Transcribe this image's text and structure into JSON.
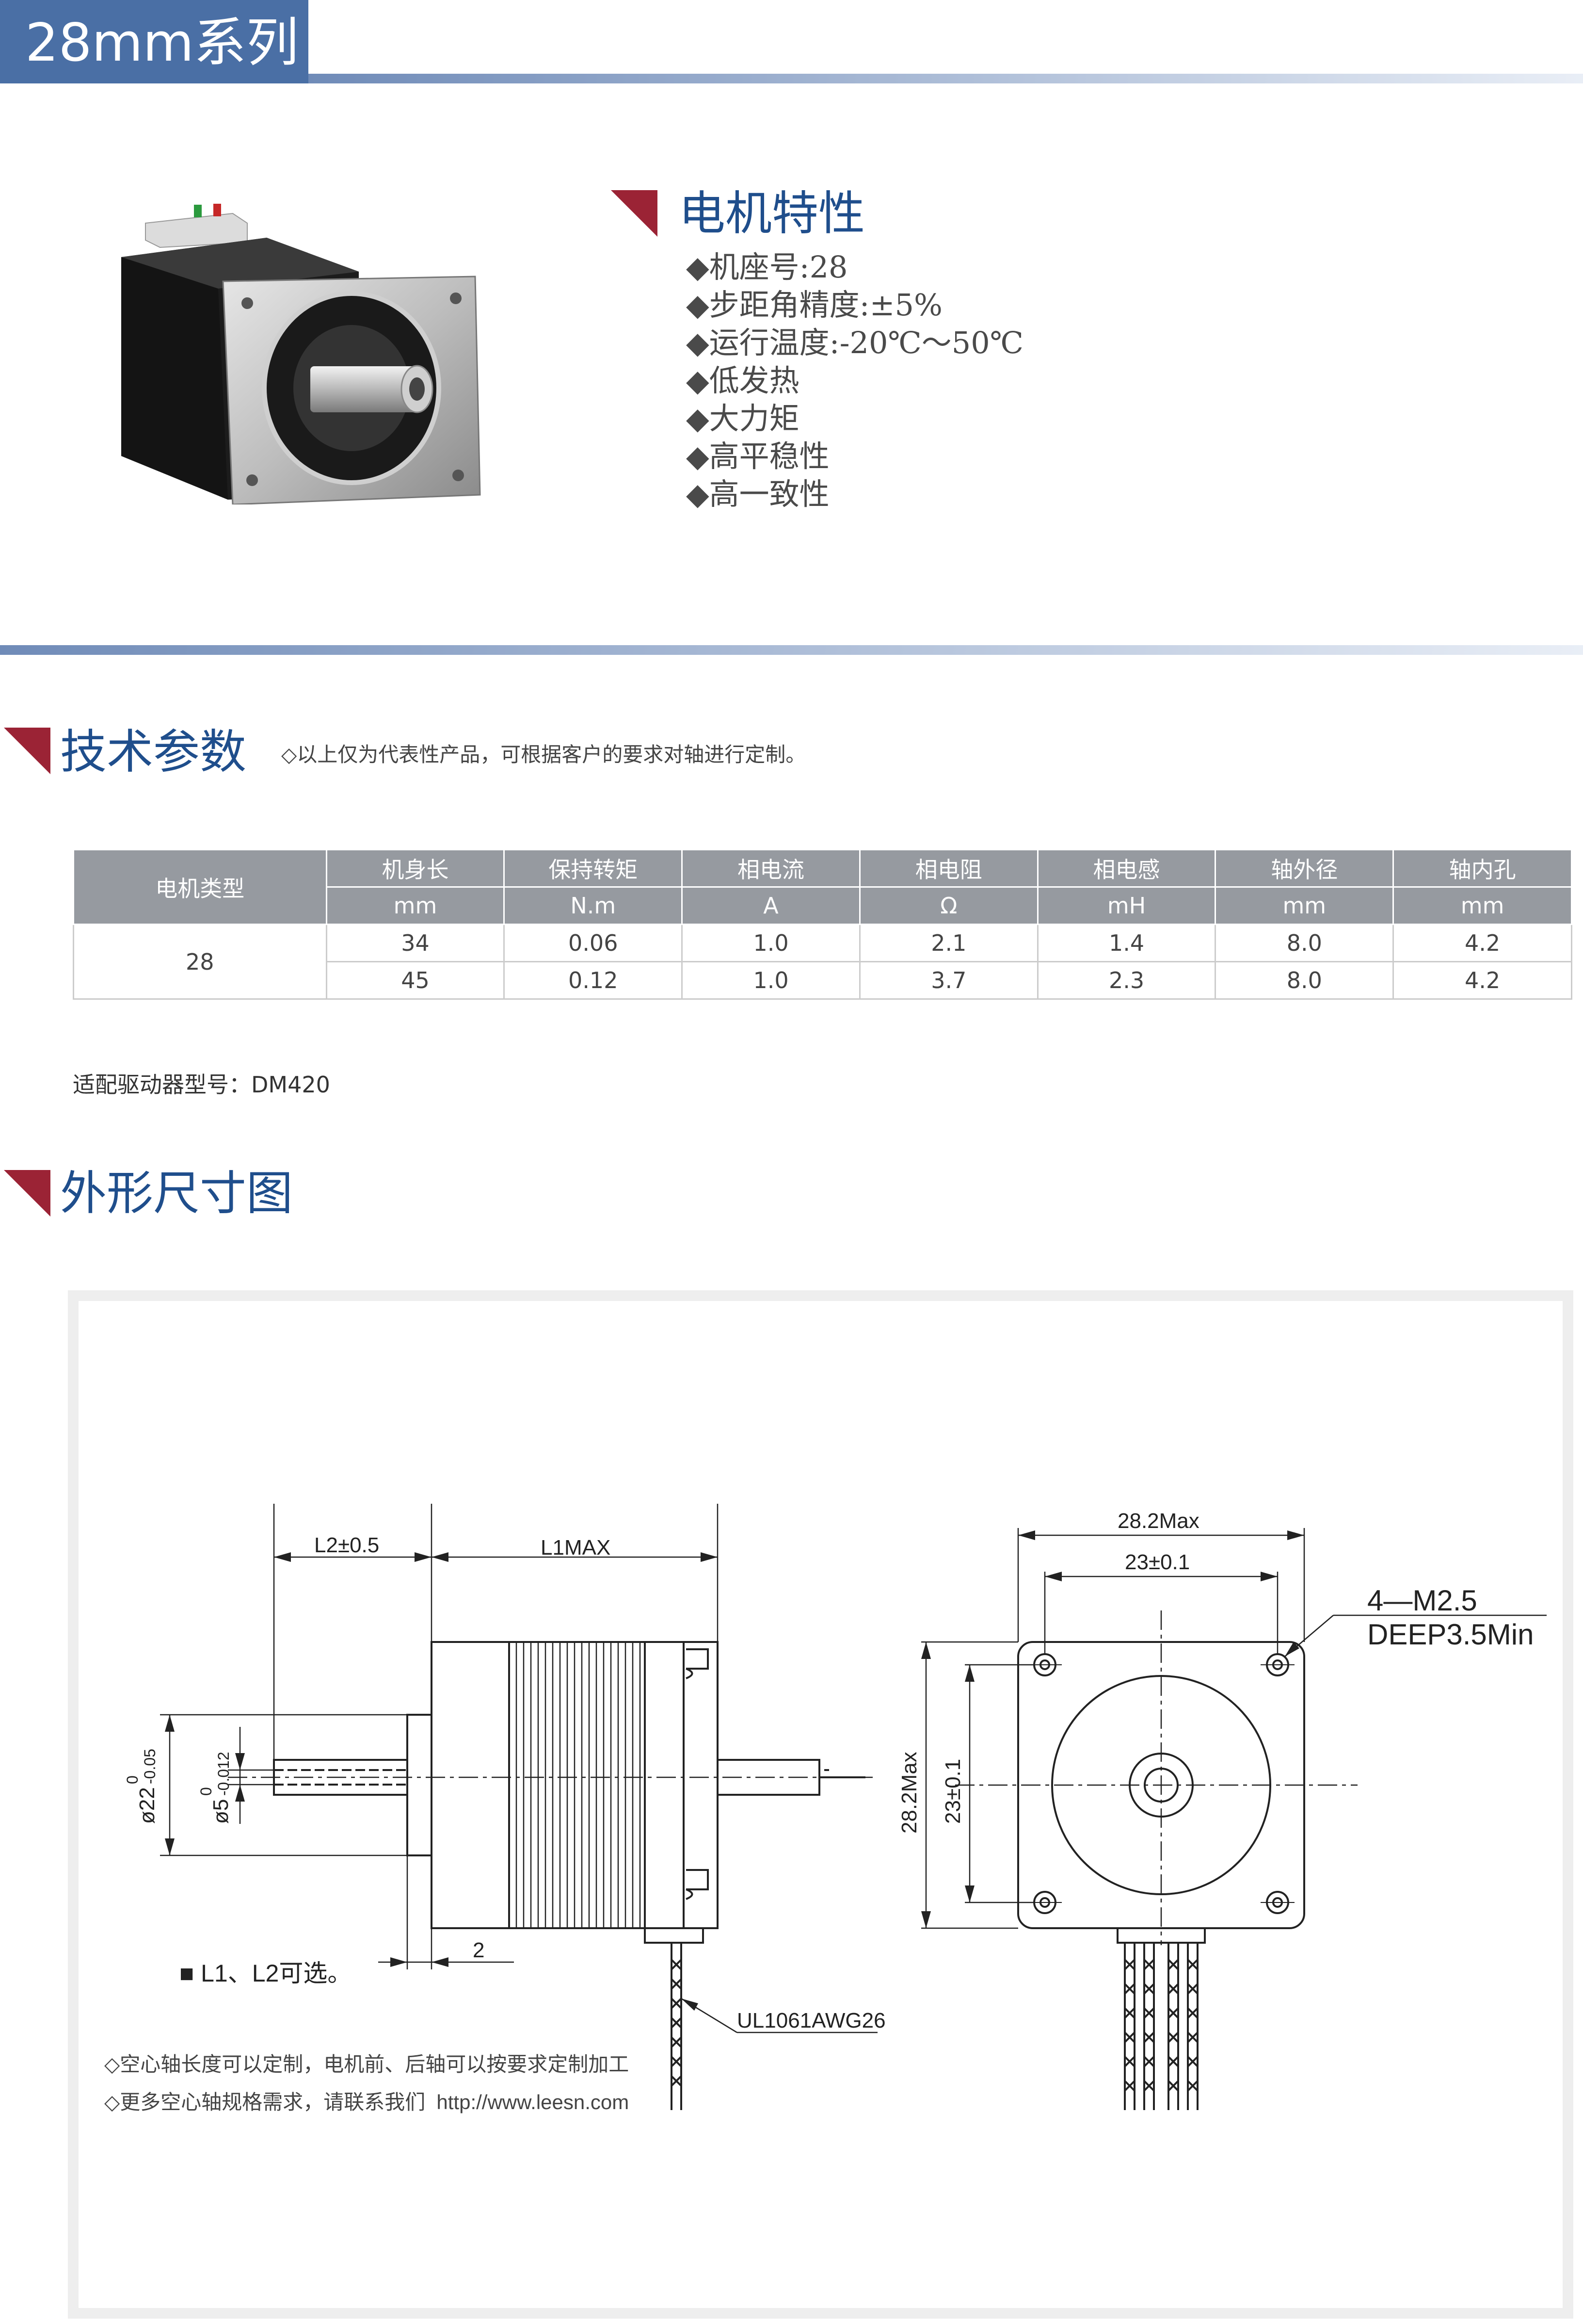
{
  "header": {
    "title": "28mm系列"
  },
  "features": {
    "title": "电机特性",
    "items": [
      "◆机座号:28",
      "◆步距角精度:±5%",
      "◆运行温度:-20℃～50℃",
      "◆低发热",
      "◆大力矩",
      "◆高平稳性",
      "◆高一致性"
    ]
  },
  "specs": {
    "title": "技术参数",
    "note": "◇以上仅为代表性产品，可根据客户的要求对轴进行定制。",
    "table": {
      "type_header": "电机类型",
      "headers": [
        "机身长",
        "保持转矩",
        "相电流",
        "相电阻",
        "相电感",
        "轴外径",
        "轴内孔"
      ],
      "units": [
        "mm",
        "N.m",
        "A",
        "Ω",
        "mH",
        "mm",
        "mm"
      ],
      "type": "28",
      "rows": [
        [
          "34",
          "0.06",
          "1.0",
          "2.1",
          "1.4",
          "8.0",
          "4.2"
        ],
        [
          "45",
          "0.12",
          "1.0",
          "3.7",
          "2.3",
          "8.0",
          "4.2"
        ]
      ]
    },
    "driver": "适配驱动器型号：DM420"
  },
  "dimensions": {
    "title": "外形尺寸图",
    "labels": {
      "l2": "L2±0.5",
      "l1": "L1MAX",
      "d22": "ø22",
      "d22_tol_upper": "0",
      "d22_tol_lower": "-0.05",
      "d5": "ø5",
      "d5_tol_upper": "0",
      "d5_tol_lower": "-0.012",
      "two": "2",
      "width_max": "28.2Max",
      "hole_spacing": "23±0.1",
      "height_max": "28.2Max",
      "height_spacing": "23±0.1",
      "screw": "4—M2.5",
      "deep": "DEEP3.5Min",
      "wire": "UL1061AWG26",
      "optional": "■ L1、L2可选。"
    },
    "notes": [
      "◇空心轴长度可以定制，电机前、后轴可以按要求定制加工",
      "◇更多空心轴规格需求，请联系我们"
    ],
    "url": "http://www.leesn.com"
  }
}
